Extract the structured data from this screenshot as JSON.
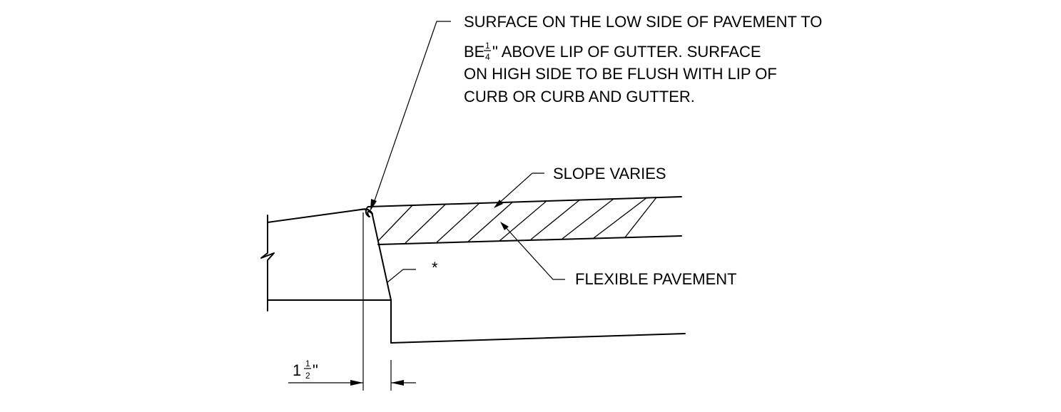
{
  "note": {
    "line1": "SURFACE ON THE LOW SIDE OF PAVEMENT TO",
    "line2_prefix": "BE ",
    "line2_frac_num": "1",
    "line2_frac_den": "4",
    "line2_suffix": "\" ABOVE LIP OF GUTTER. SURFACE",
    "line3": "ON HIGH SIDE TO BE FLUSH WITH LIP OF",
    "line4": "CURB OR CURB AND GUTTER."
  },
  "labels": {
    "slope": "SLOPE VARIES",
    "pavement": "FLEXIBLE PAVEMENT",
    "asterisk": "*"
  },
  "dimension": {
    "whole": "1",
    "frac_num": "1",
    "frac_den": "2",
    "unit": "\""
  }
}
